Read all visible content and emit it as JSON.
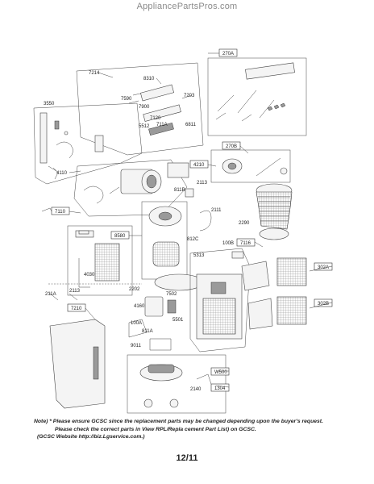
{
  "site": {
    "name": "AppliancePartsPros.com"
  },
  "callouts": [
    "7214",
    "8310",
    "7203",
    "7590",
    "7900",
    "7120",
    "5512",
    "711A",
    "6811",
    "270A",
    "3550",
    "4110",
    "4210",
    "270B",
    "811B",
    "2113",
    "7110",
    "2111",
    "2290",
    "8580",
    "812C",
    "100B",
    "7116",
    "5313",
    "4030",
    "302A",
    "2202",
    "211A",
    "2113",
    "4160",
    "7502",
    "302B",
    "7210",
    "100A",
    "5501",
    "811A",
    "9011",
    "W500",
    "2140",
    "1304"
  ],
  "note": {
    "line1": "Note) * Please ensure GCSC since the replacement parts may be changed depending upon the buyer's request.",
    "line2": "Please check  the correct parts in View RPL/Repla  cement Part List) on GCSC.",
    "line3": "(GCSC Website  http://biz.Lgservice.com.)"
  },
  "page": {
    "number": "12/11"
  }
}
